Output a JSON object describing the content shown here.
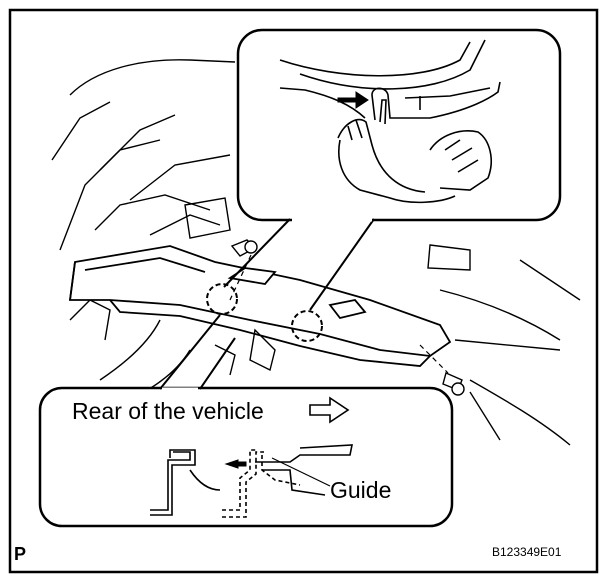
{
  "labels": {
    "rear_of_vehicle": "Rear of the vehicle",
    "guide": "Guide",
    "corner_letter": "P",
    "figure_code": "B123349E01"
  },
  "colors": {
    "ink": "#000000",
    "paper": "#ffffff"
  }
}
